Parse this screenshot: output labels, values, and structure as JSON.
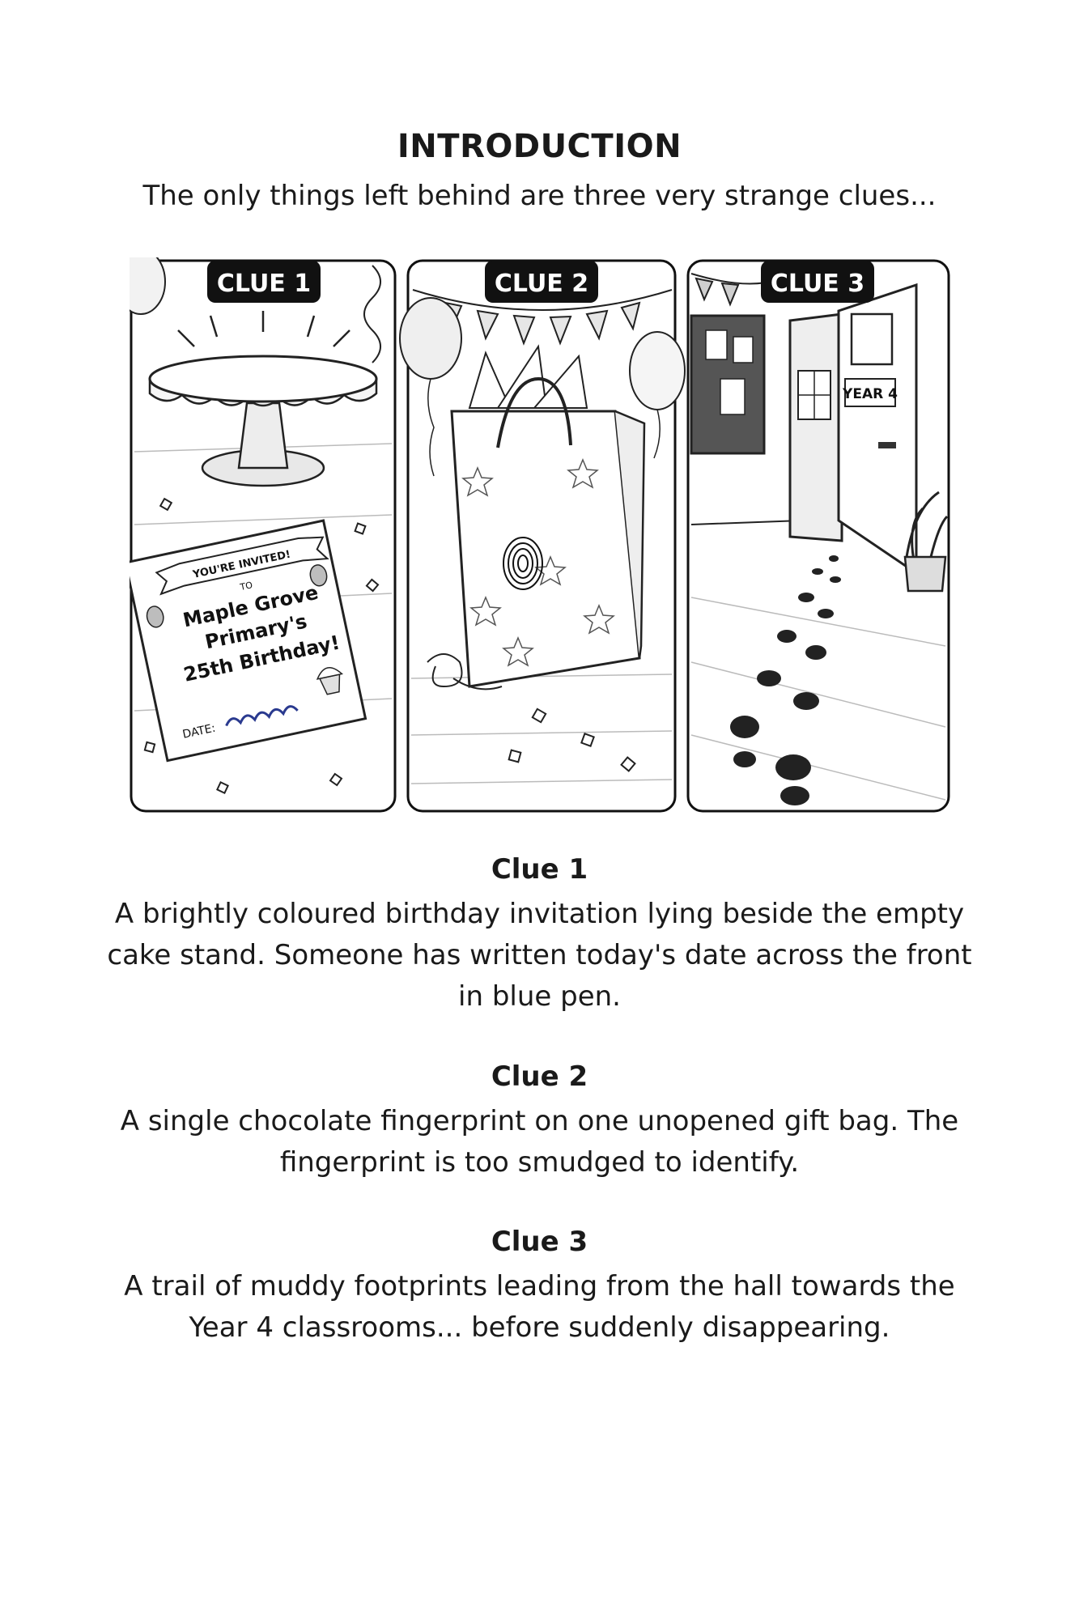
{
  "intro": {
    "heading": "INTRODUCTION",
    "lead": "The only things left behind are three very strange clues..."
  },
  "panels": [
    {
      "badge": "CLUE 1",
      "invitation": {
        "banner": "YOU'RE INVITED!",
        "to": "TO",
        "line1": "Maple Grove",
        "line2": "Primary's",
        "line3": "25th Birthday!",
        "date_label": "DATE:"
      }
    },
    {
      "badge": "CLUE 2"
    },
    {
      "badge": "CLUE 3",
      "door_sign": "YEAR 4"
    }
  ],
  "clues": [
    {
      "title": "Clue 1",
      "text": "A brightly coloured birthday invitation lying beside the empty cake stand. Someone has written today's date across the front in blue pen."
    },
    {
      "title": "Clue 2",
      "text": "A single chocolate fingerprint on one unopened gift bag. The fingerprint is too smudged to identify."
    },
    {
      "title": "Clue 3",
      "text": "A trail of muddy footprints leading from the hall towards the Year 4 classrooms... before suddenly disappearing."
    }
  ]
}
